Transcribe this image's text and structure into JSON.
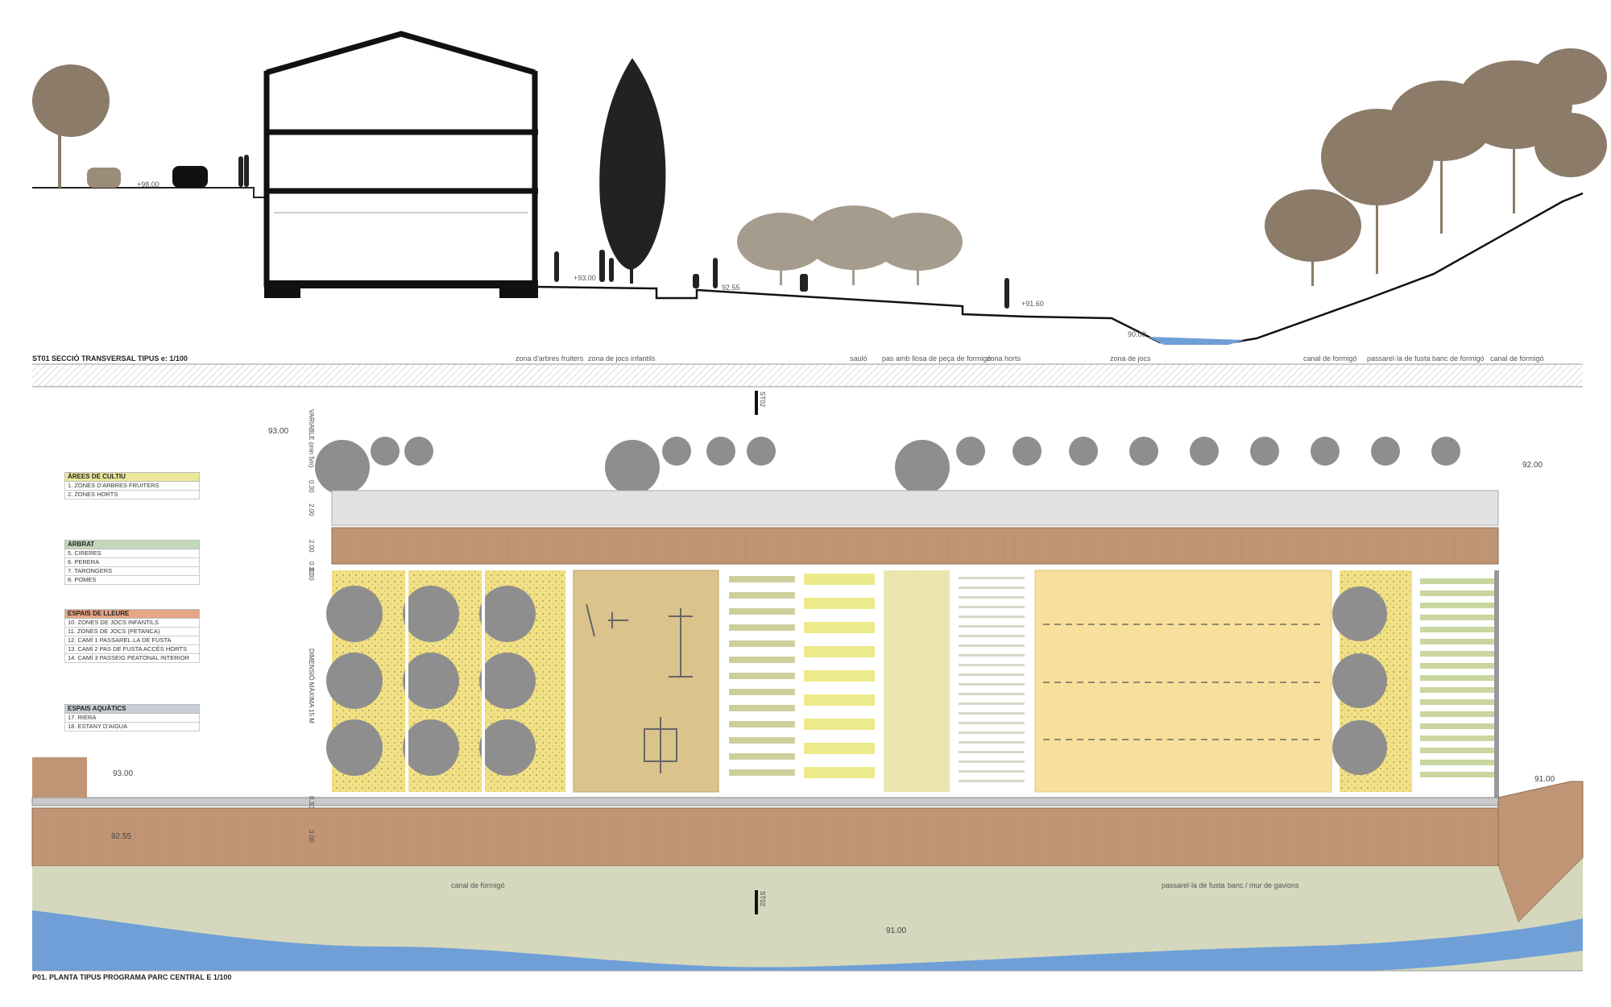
{
  "section": {
    "title": "ST01 SECCIÓ TRANSVERSAL TIPUS  e: 1/100",
    "levels": [
      "+98.00",
      "+93.00",
      "92.55",
      "+91.60",
      "90.00"
    ]
  },
  "callouts": [
    {
      "id": "fruits",
      "text": "zona d'arbres fruiters"
    },
    {
      "id": "jocs-inf",
      "text": "zona de jocs infantils"
    },
    {
      "id": "saulo",
      "text": "sauló"
    },
    {
      "id": "pas",
      "text": "pas amb llosa de peça de formigó"
    },
    {
      "id": "horts",
      "text": "zona horts"
    },
    {
      "id": "jocs",
      "text": "zona de jocs"
    },
    {
      "id": "canal1",
      "text": "canal de formigó"
    },
    {
      "id": "passarel1",
      "text": "passarel·la de fusta"
    },
    {
      "id": "banc",
      "text": "banc de formigó"
    },
    {
      "id": "canal2",
      "text": "canal de formigó"
    }
  ],
  "plan": {
    "title": "P01. PLANTA  TIPUS PROGRAMA PARC CENTRAL  E 1/100",
    "section_marker": "ST02",
    "levels": {
      "l93a": "93.00",
      "l92": "92.00",
      "l93b": "93.00",
      "l91": "91.00",
      "l9255": "92.55",
      "l9100": "91.00"
    },
    "dims": {
      "variable": "VARIABLE (min 5m)",
      "d030a": "0.30",
      "d200a": "2.00",
      "d200b": "2.00",
      "d030b": "0.30",
      "d030c": "0.30",
      "main": "DIMENSIÓ MÀXIMA 15 M",
      "d030d": "0.30",
      "d300": "3.00"
    },
    "bottom_labels": {
      "canal": "canal de formigó",
      "passarel": "passarel·la de fusta",
      "banc": "banc / mur de gavions"
    }
  },
  "legend": [
    {
      "title": "ÀREES DE CULTIU",
      "color": "#ece79a",
      "items": [
        "1. ZONES D'ARBRES FRUITERS",
        "2. ZONES HORTS"
      ]
    },
    {
      "title": "ARBRAT",
      "color": "#c3d7bd",
      "items": [
        "5. CIRERES",
        "6. PERERA",
        "7. TARONGERS",
        "8. POMES"
      ]
    },
    {
      "title": "ESPAIS DE LLEURE",
      "color": "#e6a584",
      "items": [
        "10. ZONES DE JOCS INFANTILS",
        "11. ZONES DE JOCS (PETANCA)",
        "12. CAMÍ 1  PASSAREL·LA DE FUSTA",
        "13. CAMÍ 2  PAS DE FUSTA ACCÉS HORTS",
        "14. CAMÍ 3  PASSEIG PEATONAL INTERIOR"
      ]
    },
    {
      "title": "ESPAIS AQUÀTICS",
      "color": "#c9ced6",
      "items": [
        "17. RIERA",
        "18. ESTANY D'AIGUA"
      ]
    }
  ],
  "colors": {
    "wood": "#c09575",
    "sand": "#f8df9c",
    "yellow": "#f2e184",
    "tree": "#8b7b68",
    "water": "#6f9fd6",
    "ground": "#d5d8bd"
  }
}
